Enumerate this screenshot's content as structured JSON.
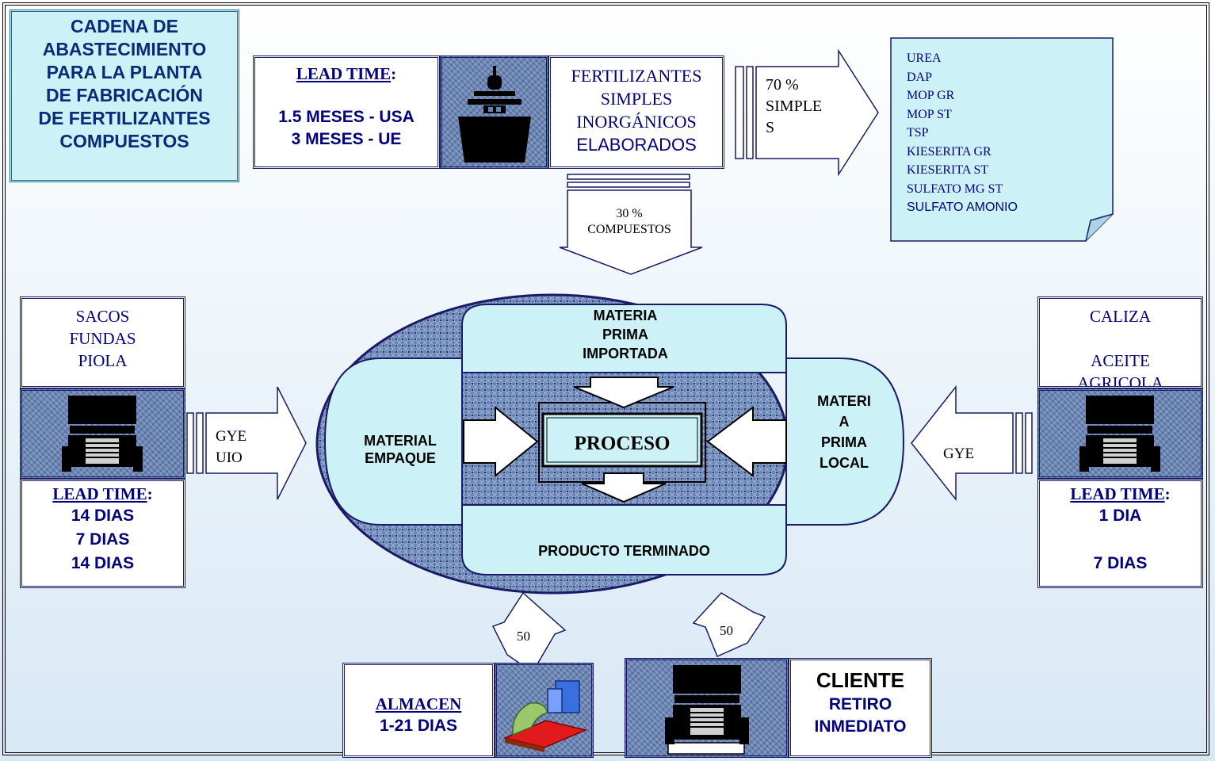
{
  "title": [
    "CADENA DE",
    "ABASTECIMIENTO",
    "PARA LA PLANTA",
    "DE FABRICACIÓN",
    "DE FERTILIZANTES",
    "COMPUESTOS"
  ],
  "import_lead": {
    "heading": "LEAD TIME",
    "colon": ":",
    "lines": [
      "1.5 MESES - USA",
      "3 MESES - UE"
    ]
  },
  "fertilizers": {
    "lines": [
      "FERTILIZANTES",
      "SIMPLES",
      "INORGÁNICOS",
      "ELABORADOS"
    ]
  },
  "simples_arrow": {
    "lines": [
      "70 %",
      "SIMPLE",
      "S"
    ]
  },
  "compuestos_arrow": {
    "lines": [
      "30 %",
      "COMPUESTOS"
    ]
  },
  "simple_list": [
    "UREA",
    "DAP",
    "MOP GR",
    "MOP ST",
    "TSP",
    "KIESERITA GR",
    "KIESERITA ST",
    "SULFATO MG ST",
    "SULFATO AMONIO"
  ],
  "left_supply": {
    "items": [
      "SACOS",
      "FUNDAS",
      "PIOLA"
    ],
    "lead_heading": "LEAD TIME",
    "colon": ":",
    "lead_lines": [
      "14 DIAS",
      "7 DIAS",
      "14 DIAS"
    ],
    "arrow_lines": [
      "GYE",
      "UIO"
    ]
  },
  "right_supply": {
    "items": [
      "CALIZA",
      "ACEITE",
      "AGRICOLA"
    ],
    "lead_heading": "LEAD TIME",
    "colon": ":",
    "lead_lines": [
      "1 DIA",
      "7 DIAS"
    ],
    "arrow_label": "GYE"
  },
  "center": {
    "top": [
      "MATERIA",
      "PRIMA",
      "IMPORTADA"
    ],
    "left": [
      "MATERIAL",
      "EMPAQUE"
    ],
    "right": [
      "MATERI",
      "A",
      "PRIMA",
      "LOCAL"
    ],
    "bottom": "PRODUCTO TERMINADO",
    "process": "PROCESO"
  },
  "out_left": {
    "pct": "50",
    "heading": "ALMACEN",
    "line": "1-21 DIAS"
  },
  "out_right": {
    "pct": "50",
    "heading": "CLIENTE",
    "lines": [
      "RETIRO",
      "INMEDIATO"
    ]
  },
  "icons": [
    "ship-icon",
    "truck-icon",
    "warehouse-icon"
  ],
  "colors": {
    "navy": "#000080",
    "panel": "#ccf2f8",
    "pattern": "#6a85b5"
  }
}
